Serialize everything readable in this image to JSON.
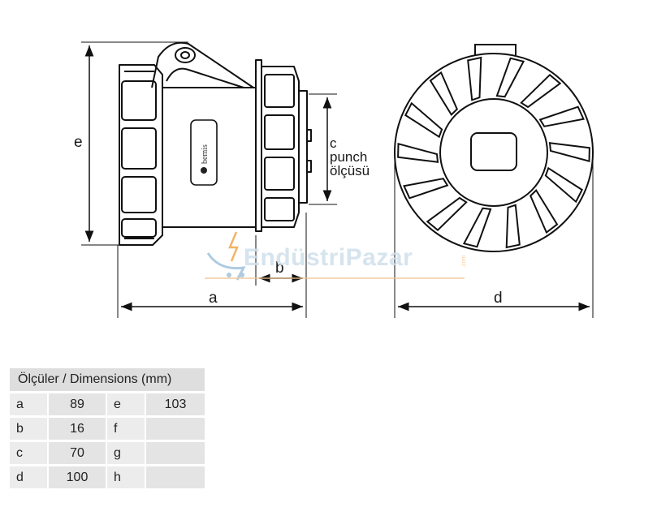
{
  "drawing": {
    "labels": {
      "a": "a",
      "b": "b",
      "c_line1": "c",
      "c_line2": "punch",
      "c_line3": "ölçüsü",
      "d": "d",
      "e": "e"
    },
    "brand_logo": "bemis",
    "watermark": {
      "text": "EndüstriPazar",
      "tld": ".com"
    }
  },
  "table": {
    "header": "Ölçüler / Dimensions (mm)",
    "rows": [
      {
        "k1": "a",
        "v1": "89",
        "k2": "e",
        "v2": "103"
      },
      {
        "k1": "b",
        "v1": "16",
        "k2": "f",
        "v2": ""
      },
      {
        "k1": "c",
        "v1": "70",
        "k2": "g",
        "v2": ""
      },
      {
        "k1": "d",
        "v1": "100",
        "k2": "h",
        "v2": ""
      }
    ]
  }
}
